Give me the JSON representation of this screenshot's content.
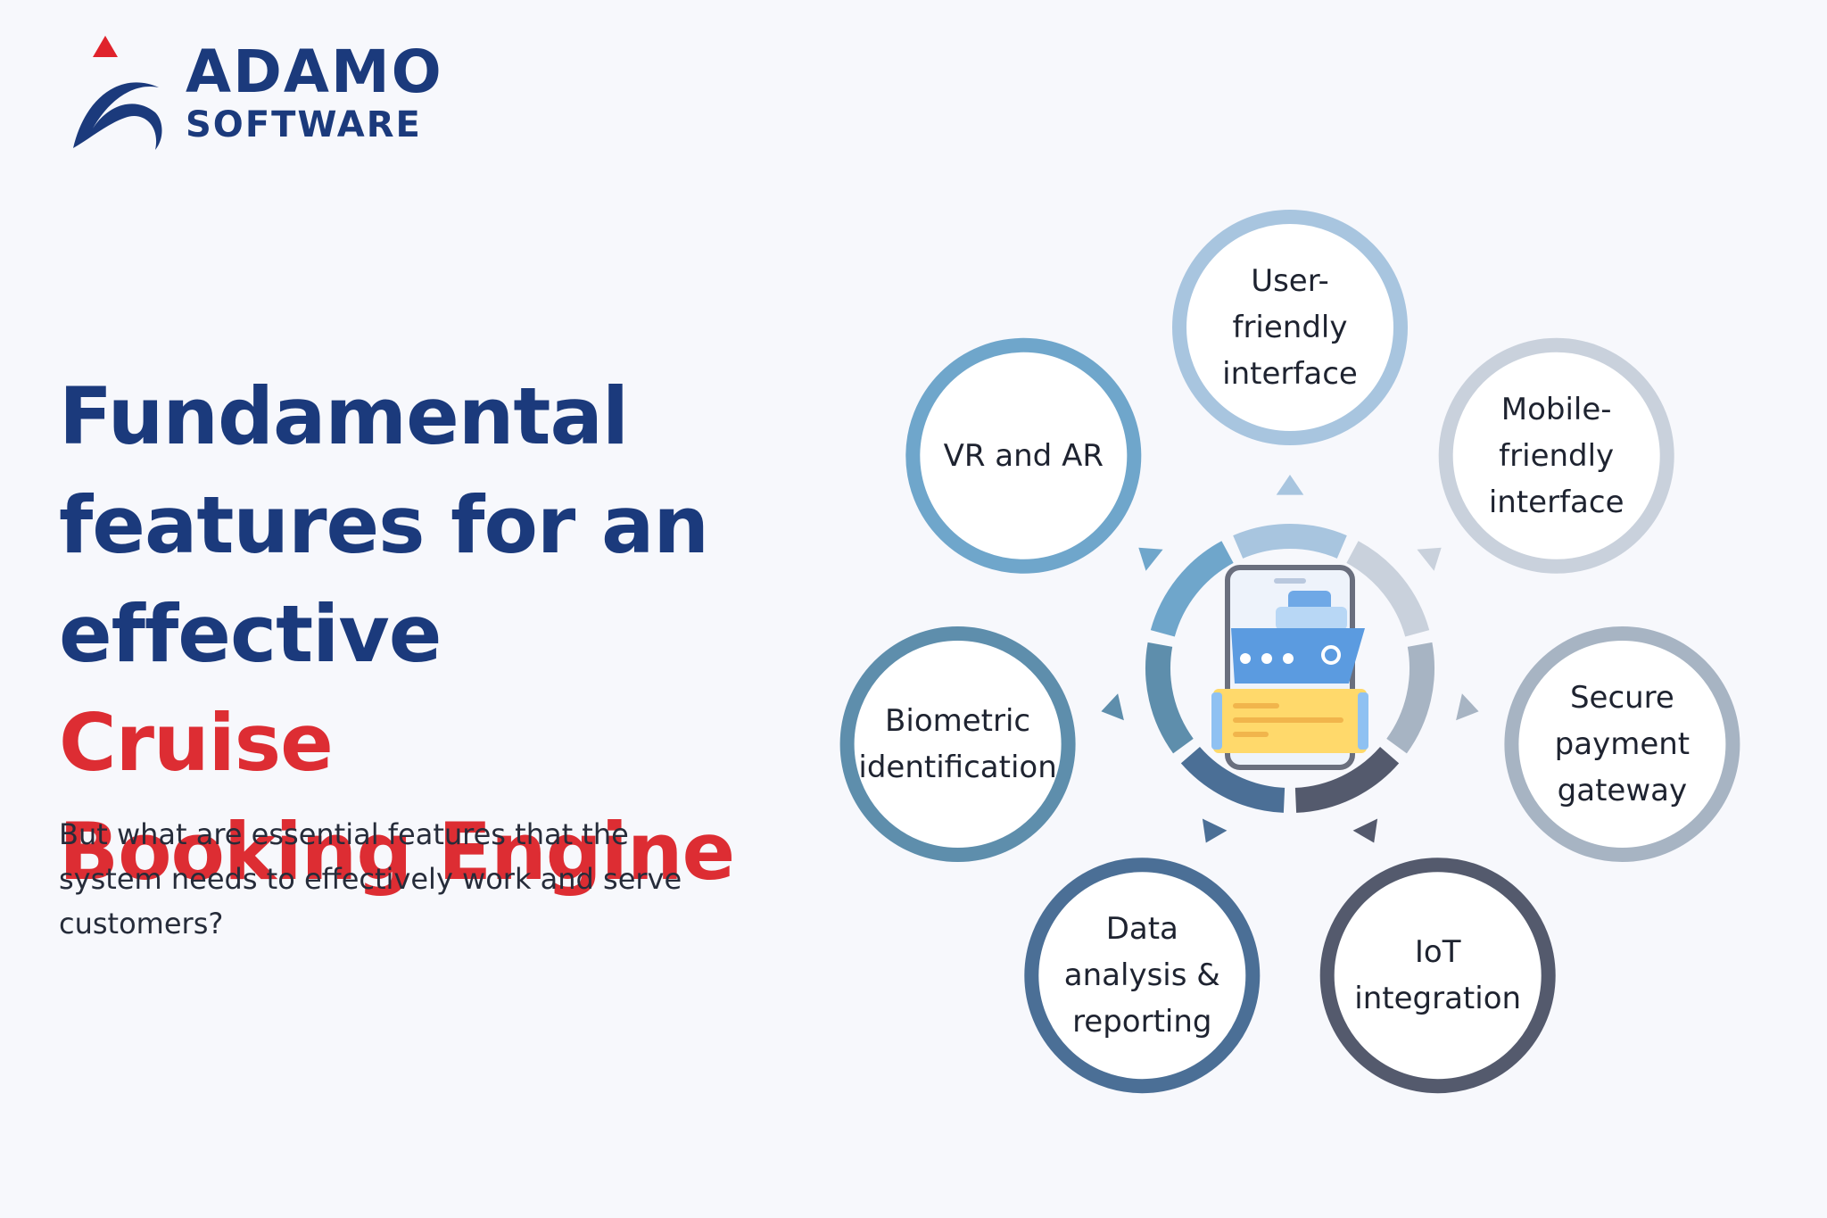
{
  "brand": {
    "line1": "ADAMO",
    "line2": "SOFTWARE"
  },
  "headline": {
    "line1": "Fundamental",
    "line2": "features for an",
    "line3_prefix": "effective",
    "line3_accent": "Cruise",
    "line4_accent": "Booking Engine"
  },
  "subtext": "But what are essential features that the system needs to effectively work and serve customers?",
  "colors": {
    "navy": "#1b3a7c",
    "accent_red": "#dd2d33",
    "brand_red": "#e0232c",
    "background": "#f7f8fc"
  },
  "center_icon": "cruise-ship-ticket-phone-icon",
  "features": [
    {
      "label": "User-\nfriendly\ninterface",
      "color": "#a8c5df"
    },
    {
      "label": "Mobile-\nfriendly\ninterface",
      "color": "#c9d1dc"
    },
    {
      "label": "Secure\npayment\ngateway",
      "color": "#a7b4c3"
    },
    {
      "label": "IoT\nintegration",
      "color": "#545a6d"
    },
    {
      "label": "Data\nanalysis &\nreporting",
      "color": "#4b6f96"
    },
    {
      "label": "Biometric\nidentification",
      "color": "#5e8eac"
    },
    {
      "label": "VR and AR",
      "color": "#6fa6cb"
    }
  ]
}
